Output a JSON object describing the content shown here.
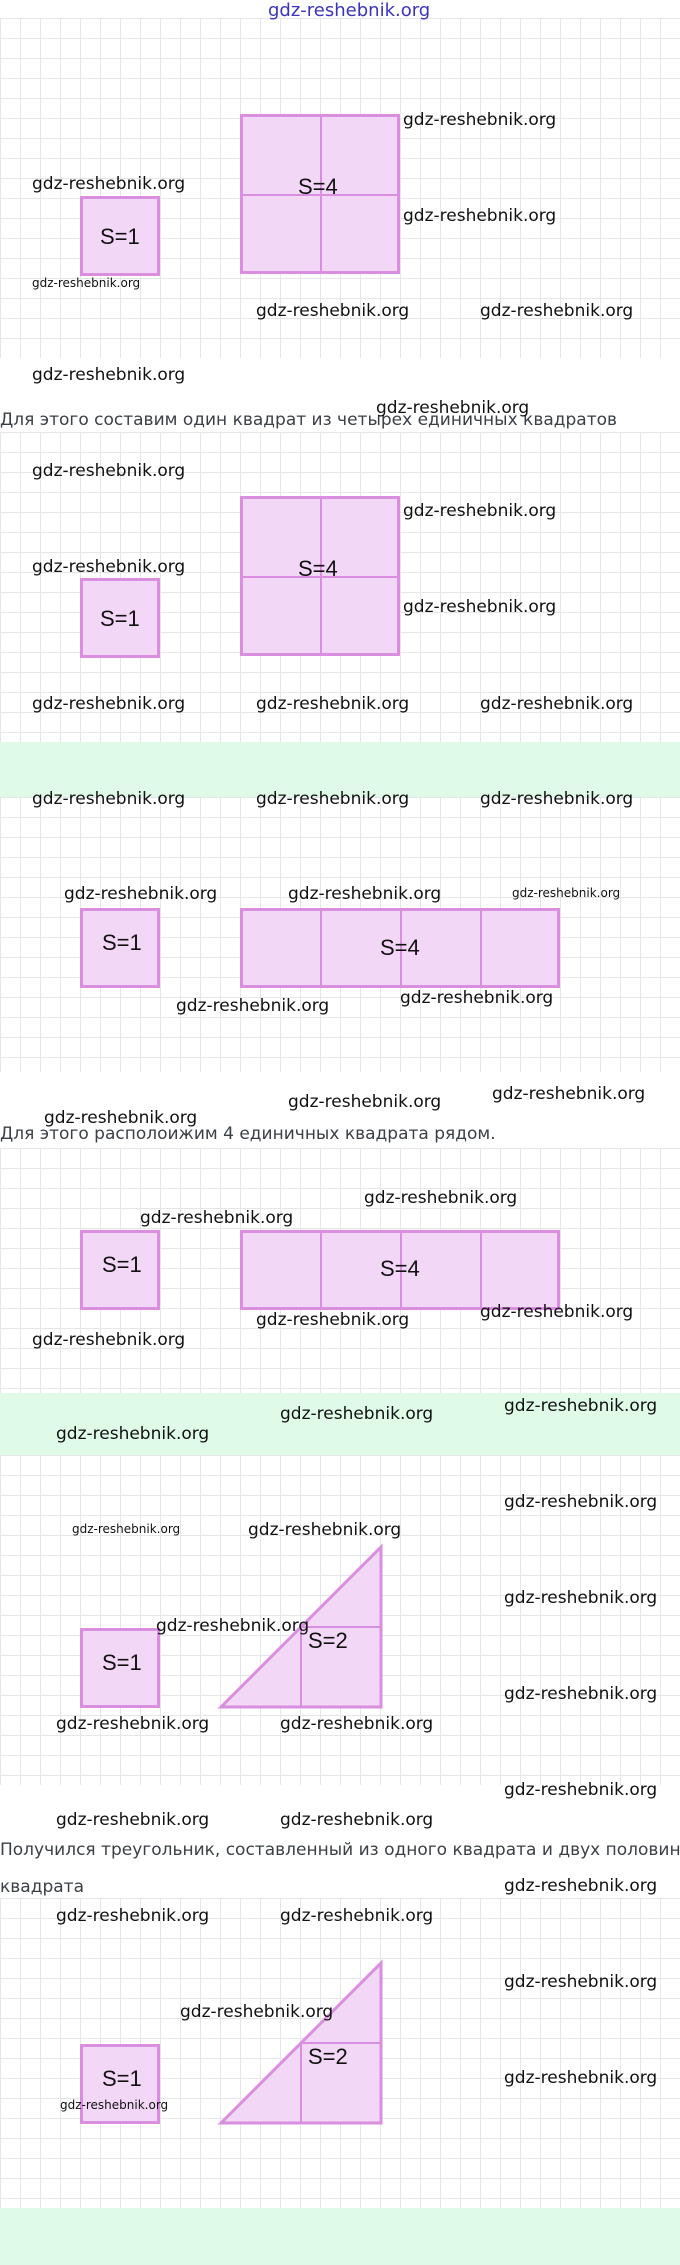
{
  "site": "gdz-reshebnik.org",
  "watermark": "gdz-reshebnik.org",
  "captions": {
    "c1": "Для этого составим один квадрат из четырех единичных квадратов",
    "c2": "Для этого располоижим 4 единичных квадрата рядом.",
    "c3": "Получился треугольник, составленный из одного квадрата и двух половинок",
    "c3b": "квадрата"
  },
  "labels": {
    "s1": "S=1",
    "s4": "S=4",
    "s2": "S=2"
  },
  "colors": {
    "fill": "#f3d7f6",
    "stroke": "#d98ee0",
    "band": "#dffbe8",
    "grid": "#e6e6ea"
  }
}
